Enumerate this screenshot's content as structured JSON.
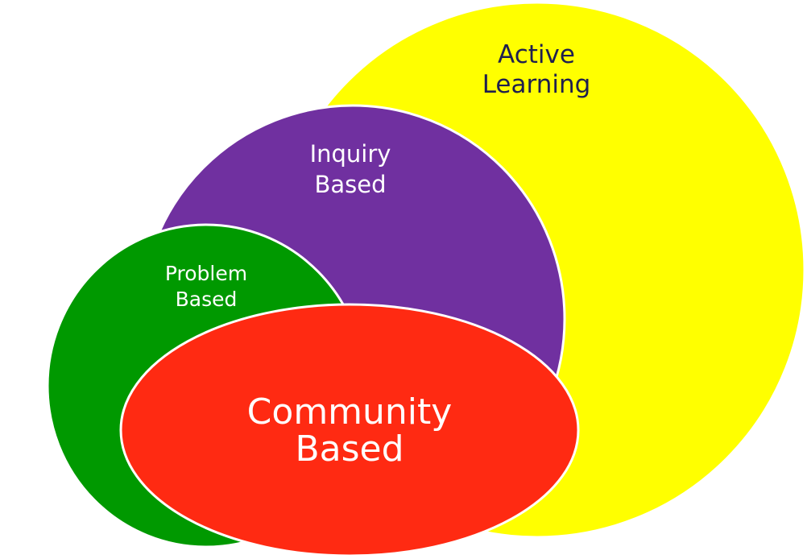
{
  "diagram": {
    "circles": [
      {
        "id": "active",
        "lines": [
          "Active",
          "Learning"
        ],
        "fill": "#FFFF00",
        "text_color": "#1F1F4F"
      },
      {
        "id": "inquiry",
        "lines": [
          "Inquiry",
          "Based"
        ],
        "fill": "#7030A0",
        "text_color": "#FFFFFF"
      },
      {
        "id": "problem",
        "lines": [
          "Problem",
          "Based"
        ],
        "fill": "#009900",
        "text_color": "#FFFFFF"
      },
      {
        "id": "community",
        "lines": [
          "Community",
          "Based"
        ],
        "fill": "#FF2A12",
        "text_color": "#FFFFFF"
      }
    ],
    "stroke_color": "#FFFFFF"
  }
}
